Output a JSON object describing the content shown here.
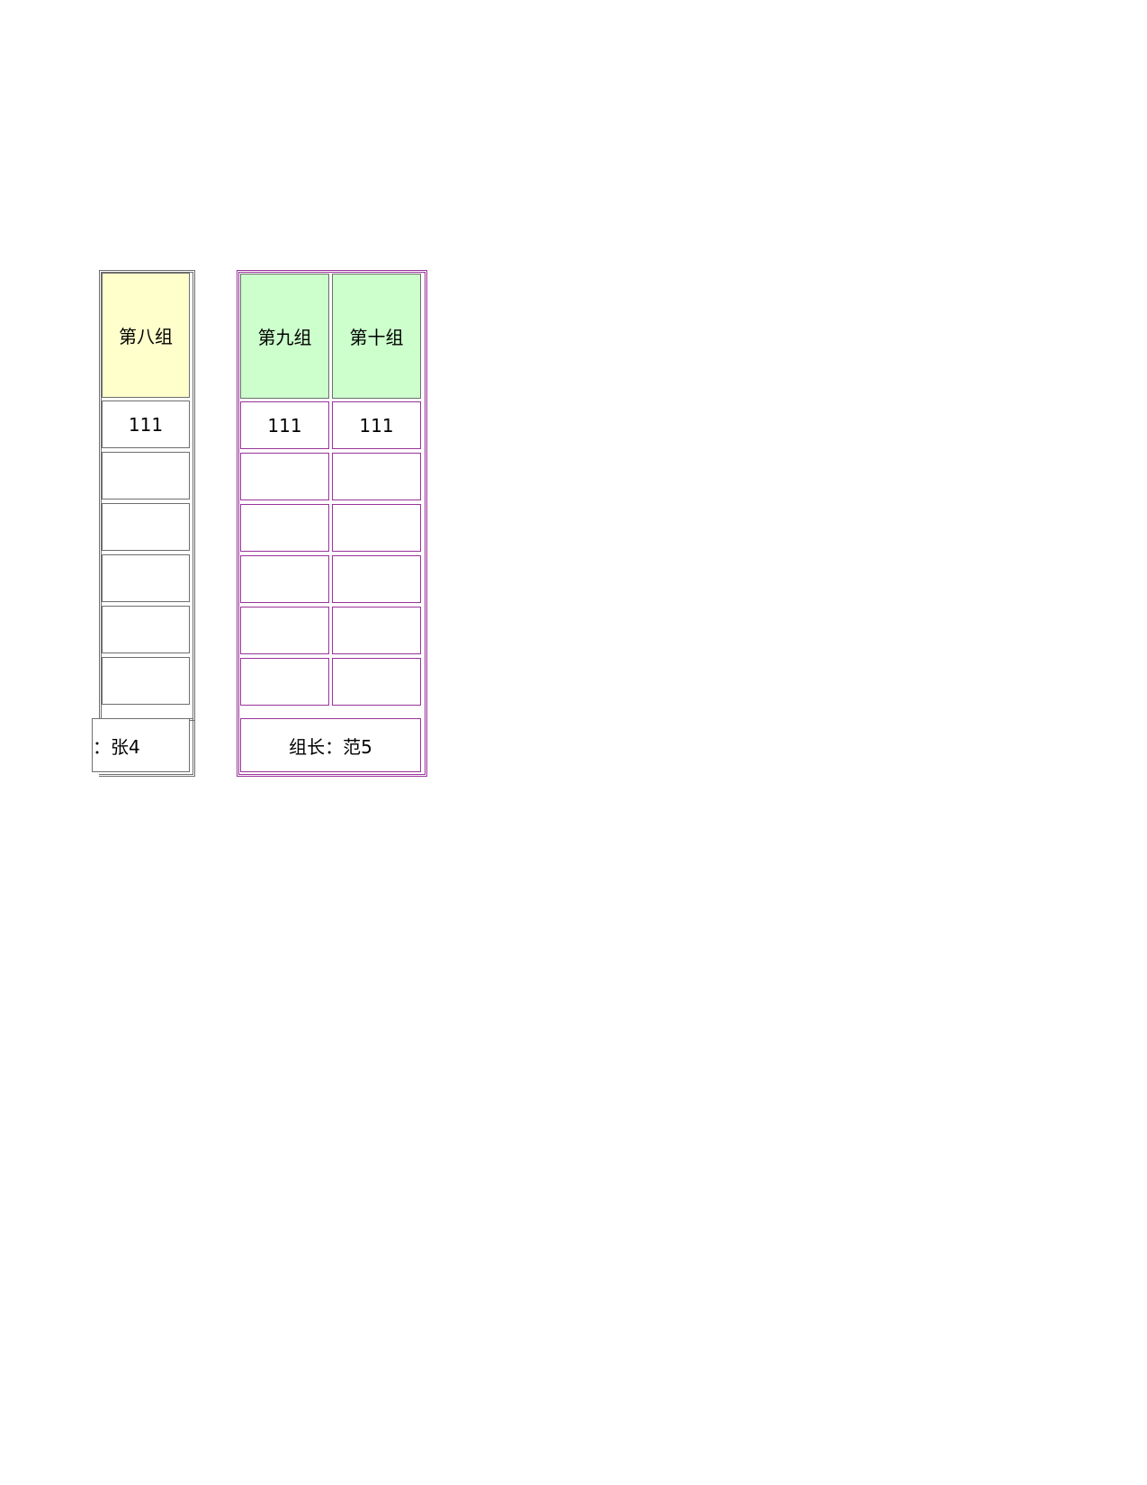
{
  "colors": {
    "gray_border": "#6e6e6e",
    "purple_border": "#993399",
    "header_yellow": "#ffffcc",
    "header_green": "#ccffcc"
  },
  "block_a": {
    "header": "第八组",
    "rows": [
      "111",
      "",
      "",
      "",
      "",
      ""
    ],
    "footer": "：张4"
  },
  "block_b": {
    "headers": [
      "第九组",
      "第十组"
    ],
    "rows": [
      [
        "111",
        "111"
      ],
      [
        "",
        ""
      ],
      [
        "",
        ""
      ],
      [
        "",
        ""
      ],
      [
        "",
        ""
      ],
      [
        "",
        ""
      ]
    ],
    "footer": "组长：范5"
  }
}
